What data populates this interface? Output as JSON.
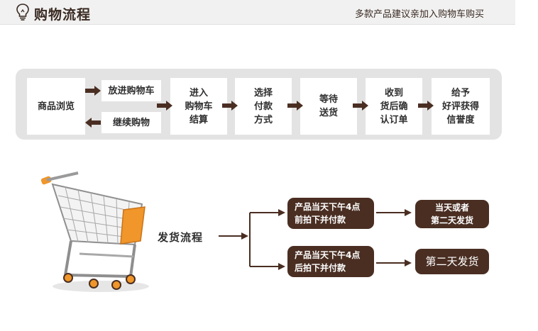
{
  "header": {
    "title": "购物流程",
    "slogan": "多款产品建议亲加入购物车购买",
    "icon": "lightbulb-icon"
  },
  "flow": {
    "steps": [
      {
        "id": "browse",
        "label": "商品浏览"
      },
      {
        "id": "add-cart",
        "label": "放进购物车"
      },
      {
        "id": "continue",
        "label": "继续购物"
      },
      {
        "id": "checkout",
        "label": "进入\n购物车\n结算"
      },
      {
        "id": "payment",
        "label": "选择\n付款\n方式"
      },
      {
        "id": "wait",
        "label": "等待\n送货"
      },
      {
        "id": "receive",
        "label": "收到\n货后确\n认订单"
      },
      {
        "id": "review",
        "label": "给予\n好评获得\n信誉度"
      }
    ]
  },
  "shipping": {
    "label": "发货流程",
    "branches": [
      {
        "condition": "产品当天下午4点\n前拍下并付款",
        "result": "当天或者\n第二天发货"
      },
      {
        "condition": "产品当天下午4点\n后拍下并付款",
        "result": "第二天发货"
      }
    ]
  },
  "colors": {
    "arrow": "#4a2e22",
    "panel": "#e3e3e3",
    "pill": "#4a2e22",
    "cart_accent": "#f0962a"
  }
}
